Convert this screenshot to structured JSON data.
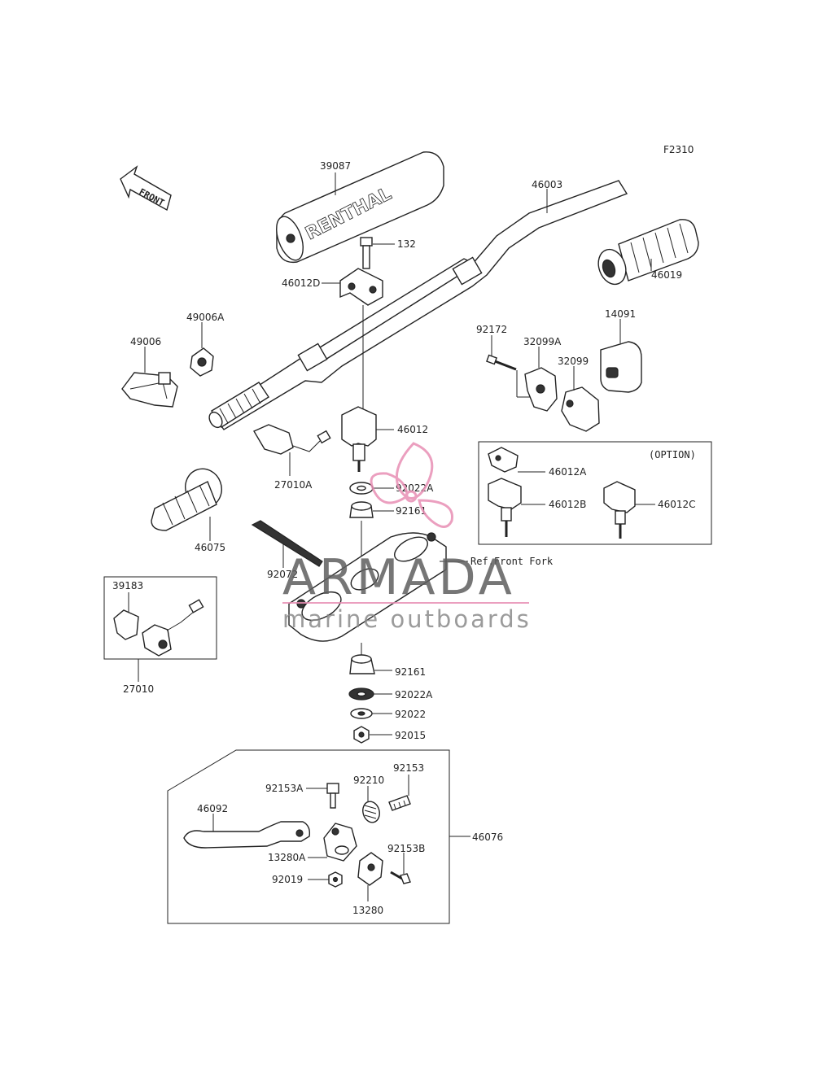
{
  "figure_code": "F2310",
  "front_label": "FRONT",
  "pad_brand": "RENTHAL",
  "option_label": "(OPTION)",
  "ref_label": "Ref.Front Fork",
  "watermark": {
    "title": "ARMADA",
    "subtitle": "marine outboards",
    "accent_color": "#e88fb4"
  },
  "parts": {
    "p39087": "39087",
    "p46003": "46003",
    "p132": "132",
    "p46012D": "46012D",
    "p46019": "46019",
    "p49006A": "49006A",
    "p49006": "49006",
    "p92172": "92172",
    "p32099A": "32099A",
    "p14091": "14091",
    "p32099": "32099",
    "p46012": "46012",
    "p27010A": "27010A",
    "p92022A_top": "92022A",
    "p92161_top": "92161",
    "p46012A": "46012A",
    "p46012B": "46012B",
    "p46012C": "46012C",
    "p46075": "46075",
    "p92072": "92072",
    "p39183": "39183",
    "p27010": "27010",
    "p92161_bot": "92161",
    "p92022A_bot": "92022A",
    "p92022": "92022",
    "p92015": "92015",
    "p92153": "92153",
    "p92153A": "92153A",
    "p92210": "92210",
    "p46092": "46092",
    "p46076": "46076",
    "p13280A": "13280A",
    "p92153B": "92153B",
    "p92019": "92019",
    "p13280": "13280"
  }
}
